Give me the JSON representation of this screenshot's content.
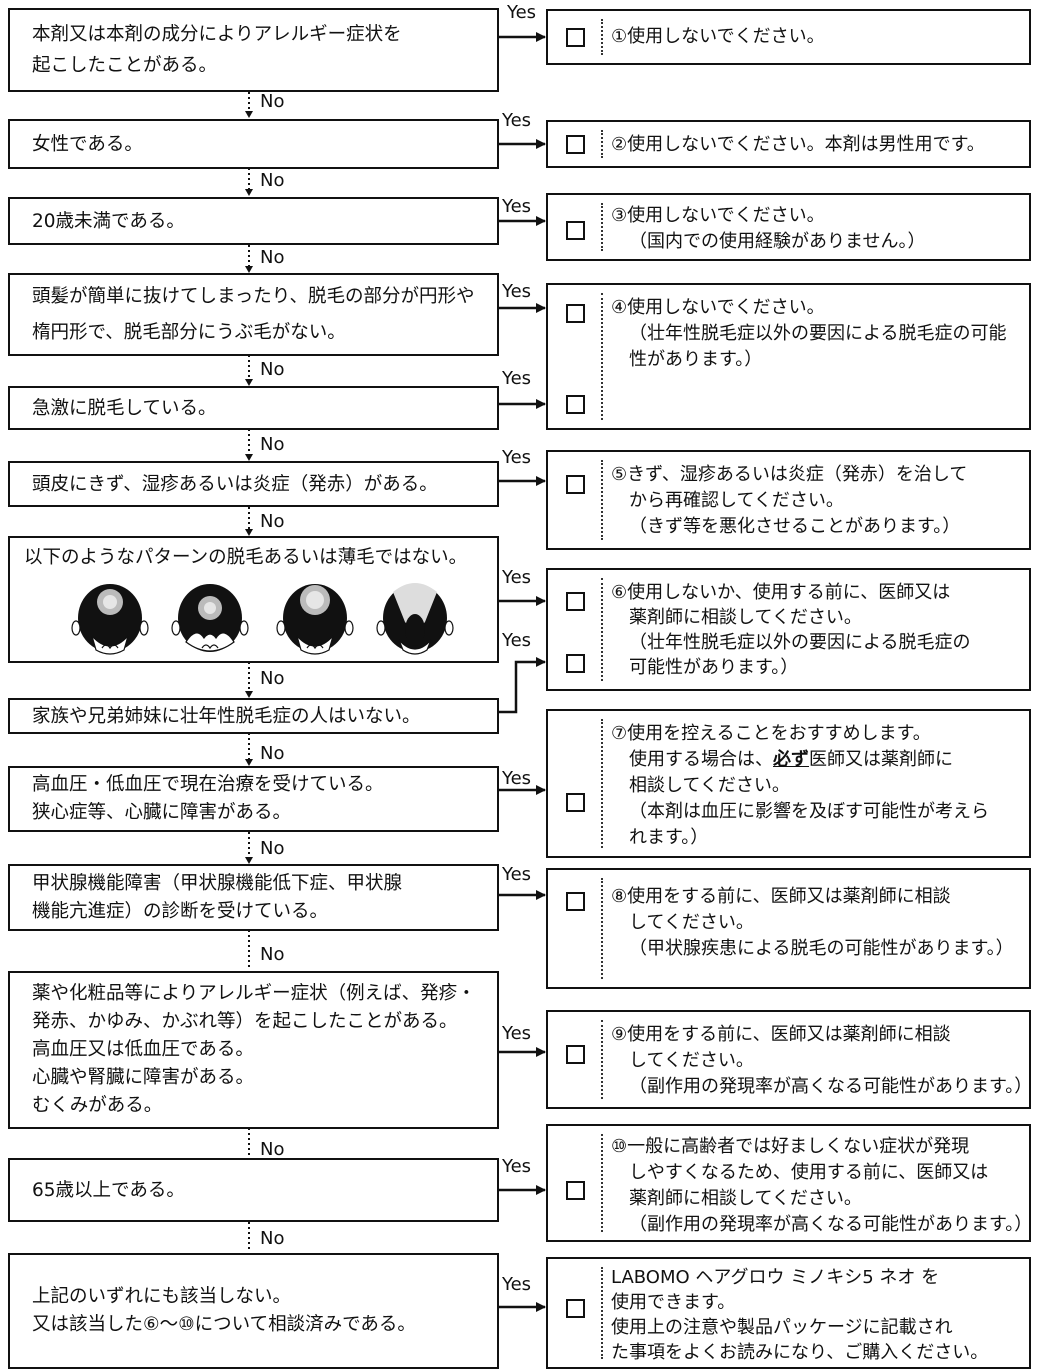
{
  "labels": {
    "yes": "Yes",
    "no": "No"
  },
  "questions": [
    {
      "id": "q1",
      "lines": [
        "本剤又は本剤の成分によりアレルギー症状を",
        "起こしたことがある。"
      ]
    },
    {
      "id": "q2",
      "lines": [
        "女性である。"
      ]
    },
    {
      "id": "q3",
      "lines": [
        "20歳未満である。"
      ]
    },
    {
      "id": "q4",
      "lines": [
        "頭髪が簡単に抜けてしまったり、脱毛の部分が円形や",
        "楕円形で、脱毛部分にうぶ毛がない。"
      ]
    },
    {
      "id": "q5",
      "lines": [
        "急激に脱毛している。"
      ]
    },
    {
      "id": "q6",
      "lines": [
        "頭皮にきず、湿疹あるいは炎症（発赤）がある。"
      ]
    },
    {
      "id": "q7",
      "lines": [
        "以下のようなパターンの脱毛あるいは薄毛ではない。"
      ]
    },
    {
      "id": "q8",
      "lines": [
        "家族や兄弟姉妹に壮年性脱毛症の人はいない。"
      ]
    },
    {
      "id": "q9",
      "lines": [
        "高血圧・低血圧で現在治療を受けている。",
        "狭心症等、心臓に障害がある。"
      ]
    },
    {
      "id": "q10",
      "lines": [
        "甲状腺機能障害（甲状腺機能低下症、甲状腺",
        "機能亢進症）の診断を受けている。"
      ]
    },
    {
      "id": "q11",
      "lines": [
        "薬や化粧品等によりアレルギー症状（例えば、発疹・",
        "発赤、かゆみ、かぶれ等）を起こしたことがある。",
        "高血圧又は低血圧である。",
        "心臓や腎臓に障害がある。",
        "むくみがある。"
      ]
    },
    {
      "id": "q12",
      "lines": [
        "65歳以上である。"
      ]
    },
    {
      "id": "q13",
      "lines": [
        "上記のいずれにも該当しない。",
        "又は該当した⑥～⑩について相談済みである。"
      ]
    }
  ],
  "results": {
    "r1": [
      "①使用しないでください。"
    ],
    "r2": [
      "②使用しないでください。本剤は男性用です。"
    ],
    "r3": [
      "③使用しないでください。",
      "（国内での使用経験がありません。）"
    ],
    "r4": [
      "④使用しないでください。",
      "（壮年性脱毛症以外の要因による脱毛症の可能",
      "性があります。）"
    ],
    "r5": [
      "⑤きず、湿疹あるいは炎症（発赤）を治して",
      "から再確認してください。",
      "（きず等を悪化させることがあります。）"
    ],
    "r6": [
      "⑥使用しないか、使用する前に、医師又は",
      "薬剤師に相談してください。",
      "（壮年性脱毛症以外の要因による脱毛症の",
      "可能性があります。）"
    ],
    "r7_line1": "⑦使用を控えることをおすすめします。",
    "r7_line2_pre": "使用する場合は、",
    "r7_line2_bold": "必ず",
    "r7_line2_post": "医師又は薬剤師に",
    "r7_rest": [
      "相談してください。",
      "（本剤は血圧に影響を及ぼす可能性が考えら",
      "れます。）"
    ],
    "r8": [
      "⑧使用をする前に、医師又は薬剤師に相談",
      "してください。",
      "（甲状腺疾患による脱毛の可能性があります。）"
    ],
    "r9": [
      "⑨使用をする前に、医師又は薬剤師に相談",
      "してください。",
      "（副作用の発現率が高くなる可能性があります。）"
    ],
    "r10": [
      "⑩一般に高齢者では好ましくない症状が発現",
      "しやすくなるため、使用する前に、医師又は",
      "薬剤師に相談してください。",
      "（副作用の発現率が高くなる可能性があります。）"
    ],
    "r11": [
      "LABOMO ヘアグロウ ミノキシ5 ネオ を",
      "使用できます。",
      "使用上の注意や製品パッケージに記載され",
      "た事項をよくお読みになり、ご購入ください。"
    ]
  },
  "hair_patterns": [
    "pattern-crown",
    "pattern-m-shape",
    "pattern-crown-large",
    "pattern-u-shape"
  ]
}
